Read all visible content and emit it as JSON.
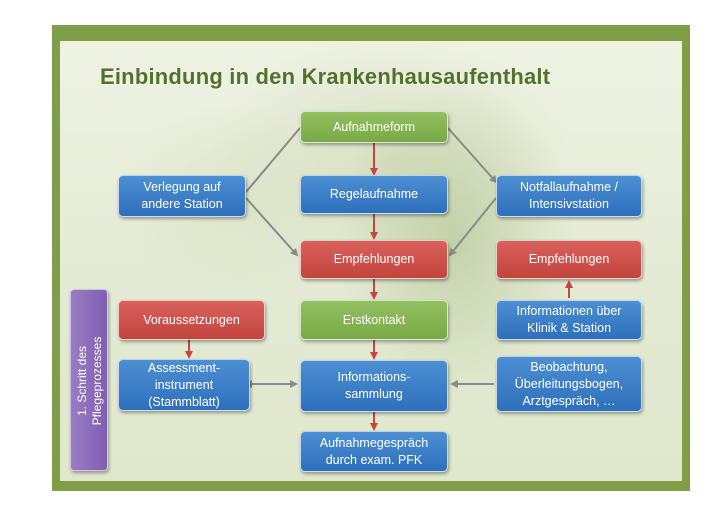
{
  "title": "Einbindung in den Krankenhausaufenthalt",
  "side_label": "1. Schritt des\nPflegeprozesses",
  "boxes": {
    "aufnahmeform": "Aufnahmeform",
    "verlegung": "Verlegung auf\nandere Station",
    "regelaufnahme": "Regelaufnahme",
    "notfallaufnahme": "Notfallaufnahme /\nIntensivstation",
    "empfehlungen_center": "Empfehlungen",
    "empfehlungen_right": "Empfehlungen",
    "voraussetzungen": "Voraussetzungen",
    "erstkontakt": "Erstkontakt",
    "informationen_klinik": "Informationen über\nKlinik & Station",
    "assessment": "Assessment-\ninstrument\n(Stammblatt)",
    "informationssammlung": "Informations-\nsammlung",
    "beobachtung": "Beobachtung,\nÜberleitungsbogen,\nArztgespräch, …",
    "aufnahmegespraech": "Aufnahmegespräch\ndurch exam. PFK"
  },
  "colors": {
    "blue": "#3b7cc7",
    "red": "#cf5048",
    "green": "#84b350",
    "purple": "#8a6bb8",
    "frame": "#7e9f47",
    "arrow_red": "#c9453d",
    "arrow_gray": "#8a8a8a"
  }
}
